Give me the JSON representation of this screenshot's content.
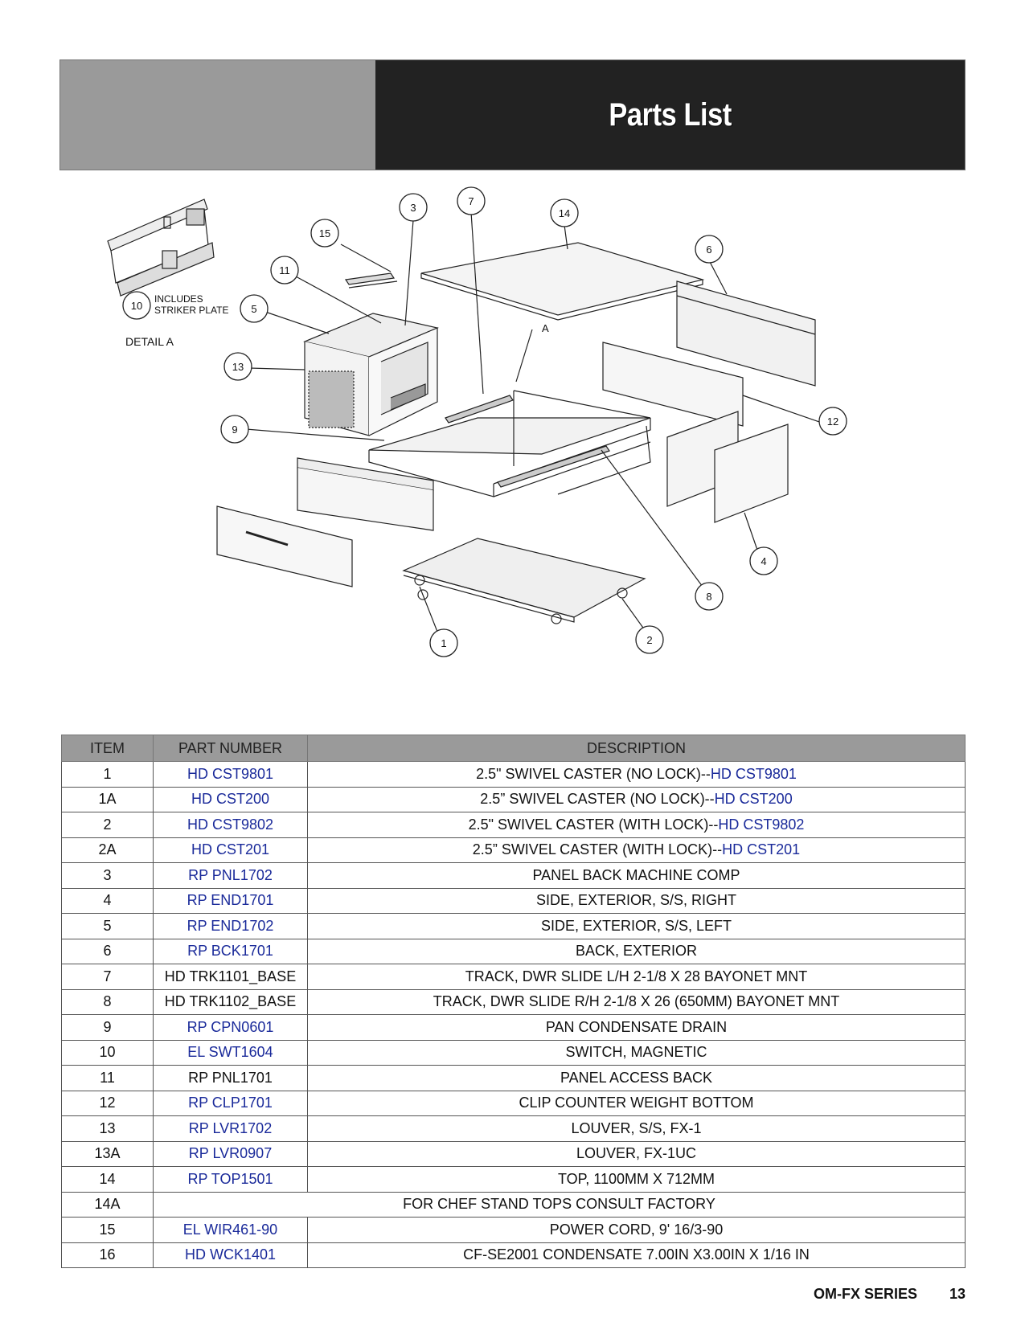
{
  "header": {
    "title": "Parts List"
  },
  "diagram": {
    "detail_label": "DETAIL  A",
    "detail_note_line1": "INCLUDES",
    "detail_note_line2": "STRIKER PLATE",
    "ref_a": "A",
    "callouts": [
      "1",
      "2",
      "3",
      "4",
      "5",
      "6",
      "7",
      "8",
      "9",
      "10",
      "11",
      "12",
      "13",
      "14",
      "15"
    ]
  },
  "table": {
    "headers": {
      "item": "ITEM",
      "part_number": "PART NUMBER",
      "description": "DESCRIPTION"
    },
    "rows": [
      {
        "item": "1",
        "part": "HD CST9801",
        "desc": "2.5\" SWIVEL CASTER (NO LOCK)--",
        "desc_link": "HD CST9801",
        "linked": true
      },
      {
        "item": "1A",
        "part": "HD CST200",
        "desc": "2.5” SWIVEL CASTER (NO LOCK)--",
        "desc_link": "HD CST200",
        "linked": true
      },
      {
        "item": "2",
        "part": "HD CST9802",
        "desc": "2.5\" SWIVEL CASTER (WITH LOCK)--",
        "desc_link": "HD CST9802",
        "linked": true
      },
      {
        "item": "2A",
        "part": "HD CST201",
        "desc": "2.5” SWIVEL CASTER (WITH LOCK)--",
        "desc_link": "HD CST201",
        "linked": true
      },
      {
        "item": "3",
        "part": "RP PNL1702",
        "desc": "PANEL BACK MACHINE COMP",
        "desc_link": "",
        "linked": true
      },
      {
        "item": "4",
        "part": "RP END1701",
        "desc": "SIDE, EXTERIOR, S/S, RIGHT",
        "desc_link": "",
        "linked": true
      },
      {
        "item": "5",
        "part": "RP END1702",
        "desc": "SIDE, EXTERIOR, S/S, LEFT",
        "desc_link": "",
        "linked": true
      },
      {
        "item": "6",
        "part": "RP BCK1701",
        "desc": "BACK, EXTERIOR",
        "desc_link": "",
        "linked": true
      },
      {
        "item": "7",
        "part": "HD TRK1101_BASE",
        "desc": "TRACK, DWR SLIDE L/H 2-1/8 X 28 BAYONET MNT",
        "desc_link": "",
        "linked": false
      },
      {
        "item": "8",
        "part": "HD TRK1102_BASE",
        "desc": "TRACK, DWR SLIDE R/H 2-1/8 X 26 (650MM) BAYONET MNT",
        "desc_link": "",
        "linked": false
      },
      {
        "item": "9",
        "part": "RP CPN0601",
        "desc": "PAN CONDENSATE DRAIN",
        "desc_link": "",
        "linked": true
      },
      {
        "item": "10",
        "part": "EL SWT1604",
        "desc": "SWITCH, MAGNETIC",
        "desc_link": "",
        "linked": true
      },
      {
        "item": "11",
        "part": "RP PNL1701",
        "desc": "PANEL ACCESS BACK",
        "desc_link": "",
        "linked": false
      },
      {
        "item": "12",
        "part": "RP CLP1701",
        "desc": "CLIP COUNTER WEIGHT BOTTOM",
        "desc_link": "",
        "linked": true
      },
      {
        "item": "13",
        "part": "RP LVR1702",
        "desc": "LOUVER, S/S, FX-1",
        "desc_link": "",
        "linked": true
      },
      {
        "item": "13A",
        "part": "RP LVR0907",
        "desc": "LOUVER, FX-1UC",
        "desc_link": "",
        "linked": true
      },
      {
        "item": "14",
        "part": "RP TOP1501",
        "desc": "TOP, 1100MM X 712MM",
        "desc_link": "",
        "linked": true
      },
      {
        "item": "15",
        "part": "EL WIR461-90",
        "desc": "POWER CORD, 9' 16/3-90",
        "desc_link": "",
        "linked": true
      },
      {
        "item": "16",
        "part": "HD WCK1401",
        "desc": "CF-SE2001 CONDENSATE 7.00IN X3.00IN X 1/16 IN",
        "desc_link": "",
        "linked": true
      }
    ],
    "row_14a": {
      "item": "14A",
      "note": "FOR CHEF STAND TOPS CONSULT FACTORY"
    }
  },
  "footer": {
    "series": "OM-FX SERIES",
    "page": "13"
  },
  "colors": {
    "link": "#1a2a9a",
    "header_dark": "#222222",
    "header_gray": "#9a9a9a"
  }
}
